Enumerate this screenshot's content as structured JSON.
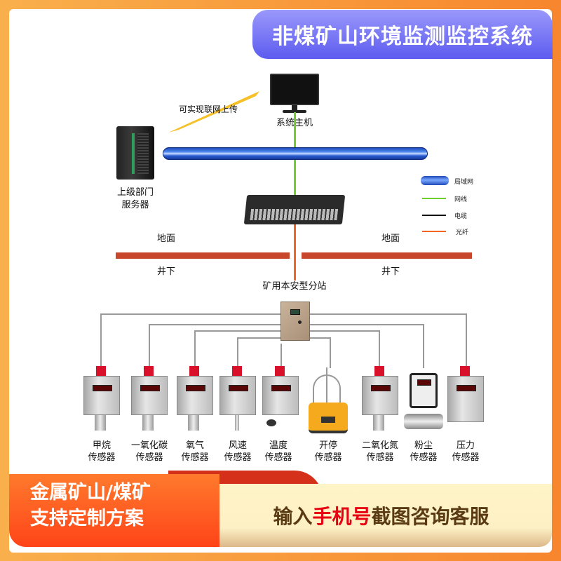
{
  "header": {
    "title": "非煤矿山环境监测监控系统"
  },
  "network": {
    "host_label": "系统主机",
    "upload_label": "可实现联网上传",
    "server_label_1": "上级部门",
    "server_label_2": "服务器",
    "surface_left": "地面",
    "surface_right": "地面",
    "underground_left": "井下",
    "underground_right": "井下",
    "substation_label": "矿用本安型分站"
  },
  "legend": [
    {
      "label": "局域网",
      "color": "#2a5bd2"
    },
    {
      "label": "网线",
      "color": "#6ccf2a"
    },
    {
      "label": "电缆",
      "color": "#111111"
    },
    {
      "label": "光纤",
      "color": "#f26522"
    }
  ],
  "sensors": [
    {
      "line1": "甲烷",
      "line2": "传感器"
    },
    {
      "line1": "一氧化碳",
      "line2": "传感器"
    },
    {
      "line1": "氧气",
      "line2": "传感器"
    },
    {
      "line1": "风速",
      "line2": "传感器"
    },
    {
      "line1": "温度",
      "line2": "传感器"
    },
    {
      "line1": "开停",
      "line2": "传感器"
    },
    {
      "line1": "二氧化氮",
      "line2": "传感器"
    },
    {
      "line1": "粉尘",
      "line2": "传感器"
    },
    {
      "line1": "压力",
      "line2": "传感器"
    }
  ],
  "banner": {
    "left_line1": "金属矿山/煤矿",
    "left_line2": "支持定制方案",
    "right_pre": "输入",
    "right_highlight": "手机号",
    "right_post": "截图咨询客服"
  }
}
